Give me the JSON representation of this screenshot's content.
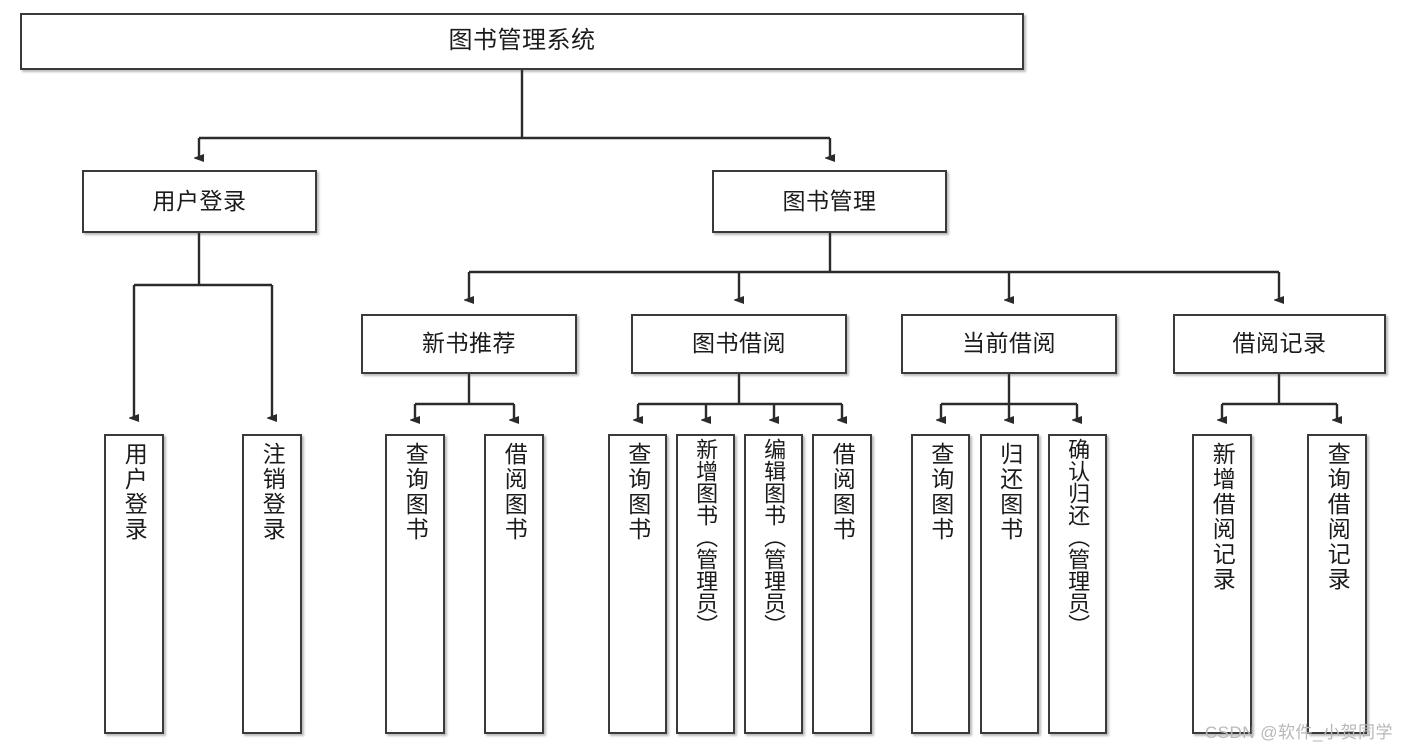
{
  "diagram": {
    "title": "图书管理系统",
    "type": "tree",
    "colors": {
      "box_border": "#3a3a3a",
      "box_fill": "#ffffff",
      "connector": "#2b2b2b",
      "text": "#1b1b1b",
      "watermark": "#b8b8b8"
    },
    "nodes": {
      "root": {
        "label": "图书管理系统"
      },
      "level2": [
        {
          "id": "user-login",
          "label": "用户登录"
        },
        {
          "id": "book-management",
          "label": "图书管理"
        }
      ],
      "level3": [
        {
          "id": "new-book-recommend",
          "label": "新书推荐"
        },
        {
          "id": "book-borrow",
          "label": "图书借阅"
        },
        {
          "id": "current-borrow",
          "label": "当前借阅"
        },
        {
          "id": "borrow-record",
          "label": "借阅记录"
        }
      ],
      "leaves": {
        "user_login": [
          {
            "id": "leaf-user-login",
            "label": "用户登录"
          },
          {
            "id": "leaf-logout-login",
            "label": "注销登录"
          }
        ],
        "new_book_recommend": [
          {
            "id": "leaf-query-book-1",
            "label": "查询图书"
          },
          {
            "id": "leaf-borrow-book-1",
            "label": "借阅图书"
          }
        ],
        "book_borrow": [
          {
            "id": "leaf-query-book-2",
            "label": "查询图书"
          },
          {
            "id": "leaf-add-book",
            "label": "新增图书（管理员）"
          },
          {
            "id": "leaf-edit-book",
            "label": "编辑图书（管理员）"
          },
          {
            "id": "leaf-borrow-book-2",
            "label": "借阅图书"
          }
        ],
        "current_borrow": [
          {
            "id": "leaf-query-book-3",
            "label": "查询图书"
          },
          {
            "id": "leaf-return-book",
            "label": "归还图书"
          },
          {
            "id": "leaf-confirm-return",
            "label": "确认归还（管理员）"
          }
        ],
        "borrow_record": [
          {
            "id": "leaf-add-record",
            "label": "新增借阅记录"
          },
          {
            "id": "leaf-query-record",
            "label": "查询借阅记录"
          }
        ]
      }
    },
    "watermark": "CSDN @软件_小贺同学"
  }
}
